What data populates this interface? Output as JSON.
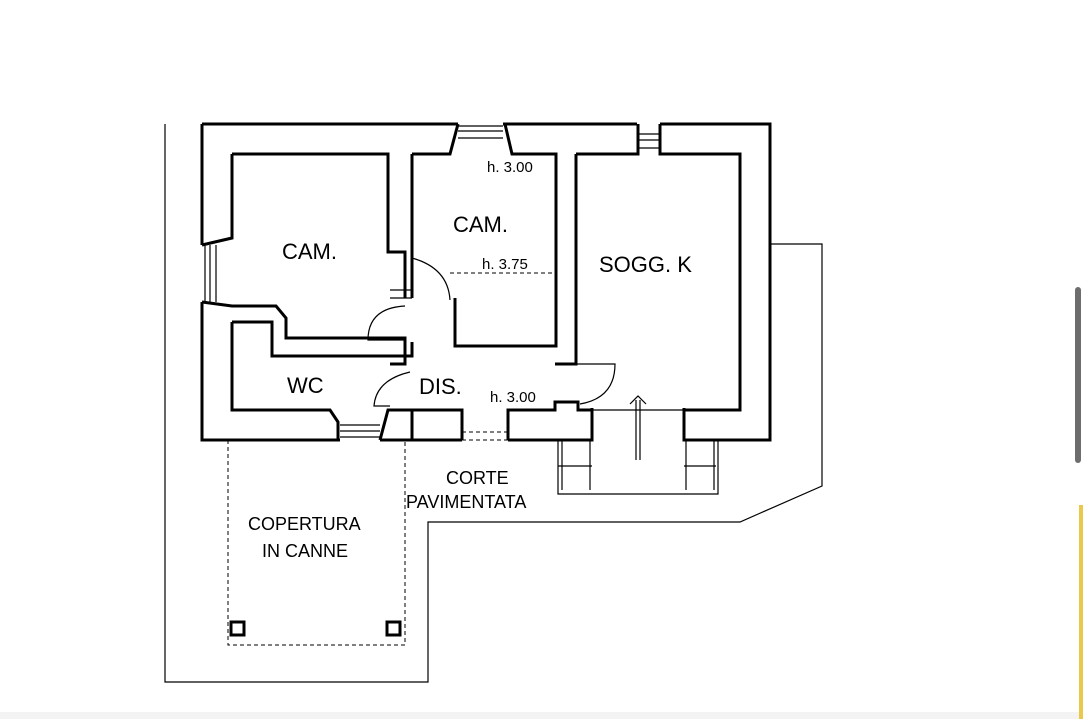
{
  "rooms": {
    "cam1": "CAM.",
    "cam2": "CAM.",
    "sogg": "SOGG. K",
    "wc": "WC",
    "dis": "DIS."
  },
  "heights": {
    "h_cam2_top": "h. 3.00",
    "h_cam2_mid": "h. 3.75",
    "h_dis": "h. 3.00"
  },
  "labels": {
    "corte_line1": "CORTE",
    "corte_line2": "PAVIMENTATA",
    "copertura_line1": "COPERTURA",
    "copertura_line2": "IN CANNE"
  }
}
